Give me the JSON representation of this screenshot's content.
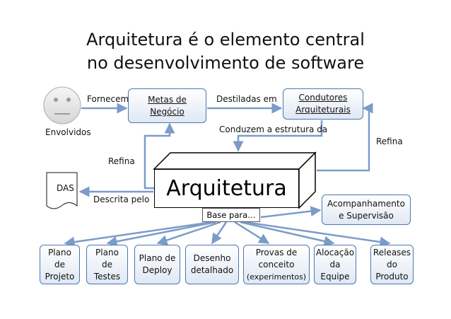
{
  "title": {
    "line1": "Arquitetura é o elemento central",
    "line2": "no desenvolvimento de software"
  },
  "nodes": {
    "envolvidos": "Envolvidos",
    "metas": [
      "Metas de",
      "Negócio"
    ],
    "condutores": [
      "Condutores",
      "Arquiteturais"
    ],
    "arquitetura": "Arquitetura",
    "das": "DAS",
    "base": "Base para…",
    "acompanhamento": [
      "Acompanhamento",
      "e Supervisão"
    ]
  },
  "edges": {
    "fornecem": "Fornecem",
    "destiladas": "Destiladas em",
    "conduzem": "Conduzem a estrutura da",
    "refina_right": "Refina",
    "refina_left": "Refina",
    "descrita": "Descrita pelo"
  },
  "outputs": [
    [
      "Plano",
      "de",
      "Projeto"
    ],
    [
      "Plano",
      "de",
      "Testes"
    ],
    [
      "Plano de",
      "Deploy"
    ],
    [
      "Desenho",
      "detalhado"
    ],
    [
      "Provas de",
      "conceito",
      "(experimentos)"
    ],
    [
      "Alocação",
      "da",
      "Equipe"
    ],
    [
      "Releases",
      "do",
      "Produto"
    ]
  ],
  "colors": {
    "box_border": "#4a78b0",
    "box_fill_top": "#ffffff",
    "box_fill_bottom": "#dfe8f4",
    "connector": "#7b9cc9",
    "smiley_fill": "#ececec"
  },
  "icons": {
    "envolvidos": "smiley-face-icon",
    "das": "document-icon"
  }
}
